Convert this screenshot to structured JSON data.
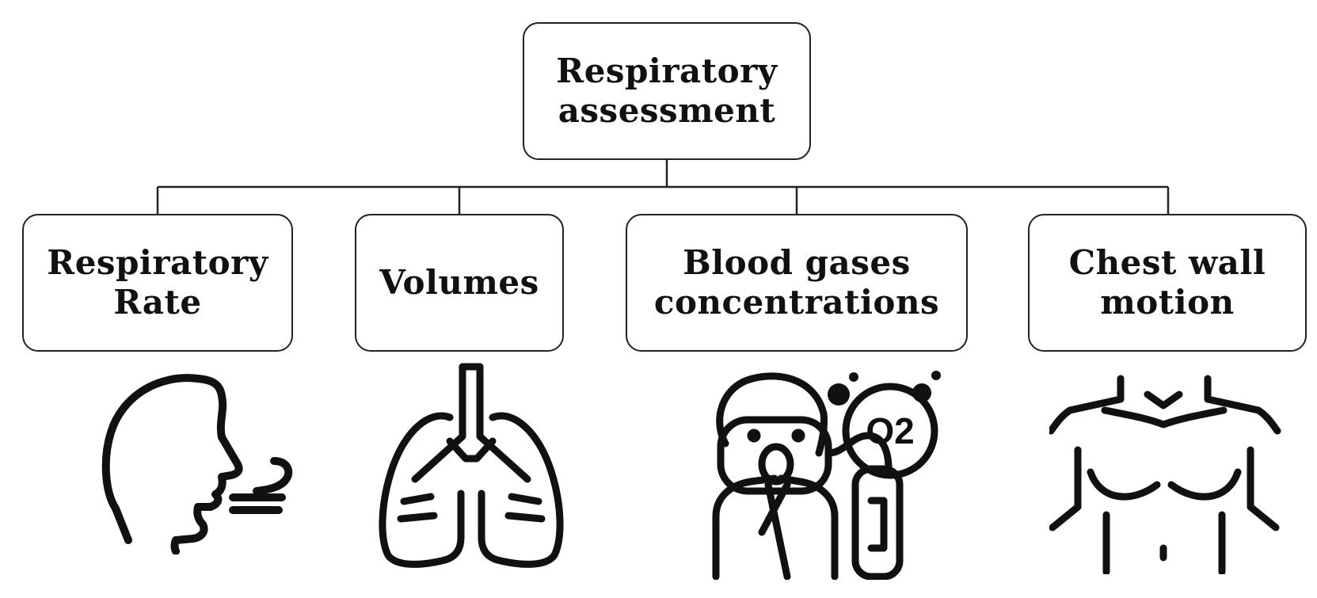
{
  "diagram": {
    "root": {
      "line1": "Respiratory",
      "line2": "assessment"
    },
    "children": [
      {
        "line1": "Respiratory",
        "line2": "Rate",
        "icon": "breathing-head-icon"
      },
      {
        "line1": "Volumes",
        "icon": "lungs-icon"
      },
      {
        "line1": "Blood gases",
        "line2": "concentrations",
        "icon": "oxygen-patient-icon"
      },
      {
        "line1": "Chest wall",
        "line2": "motion",
        "icon": "chest-torso-icon"
      }
    ],
    "o2_label": "O2"
  },
  "colors": {
    "stroke": "#111111",
    "background": "#ffffff"
  }
}
